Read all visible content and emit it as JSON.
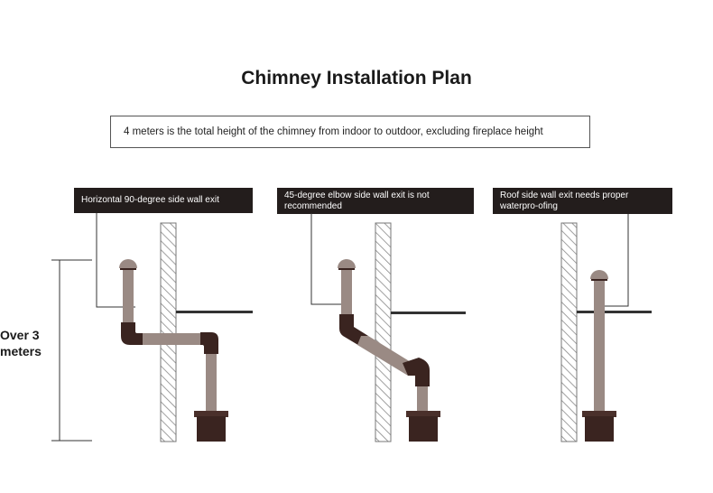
{
  "title": "Chimney Installation Plan",
  "note": "4 meters is the total height of the chimney from indoor to outdoor, excluding fireplace height",
  "labels": {
    "horizontal": "Horizontal 90-degree side wall exit",
    "elbow45": "45-degree elbow side wall exit is not recommended",
    "roof": "Roof side wall exit needs proper waterpro-ofing"
  },
  "height_marker": "Over 3 meters",
  "colors": {
    "pipe": "#9a8a84",
    "elbow": "#3a2420",
    "base": "#3a2420",
    "label_bg": "#231d1c"
  }
}
